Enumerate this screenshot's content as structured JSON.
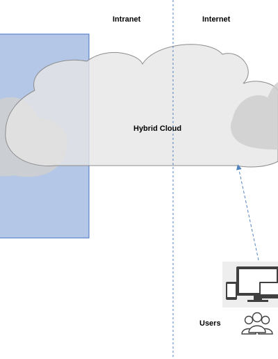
{
  "zones": {
    "intranet_label": "Intranet",
    "internet_label": "Internet"
  },
  "cloud": {
    "label": "Hybrid Cloud"
  },
  "users": {
    "label": "Users"
  },
  "colors": {
    "private_region_fill": "#b4c7e7",
    "private_region_stroke": "#4472c4",
    "cloud_fill": "#e7e6e6",
    "cloud_stroke": "#8c8c8c",
    "inner_cloud_fill": "#cfcfcf",
    "divider": "#4f81bd",
    "arrow": "#4f81bd",
    "device_dark": "#404040"
  },
  "icons": {
    "devices": "devices-icon",
    "users": "users-group-icon"
  }
}
